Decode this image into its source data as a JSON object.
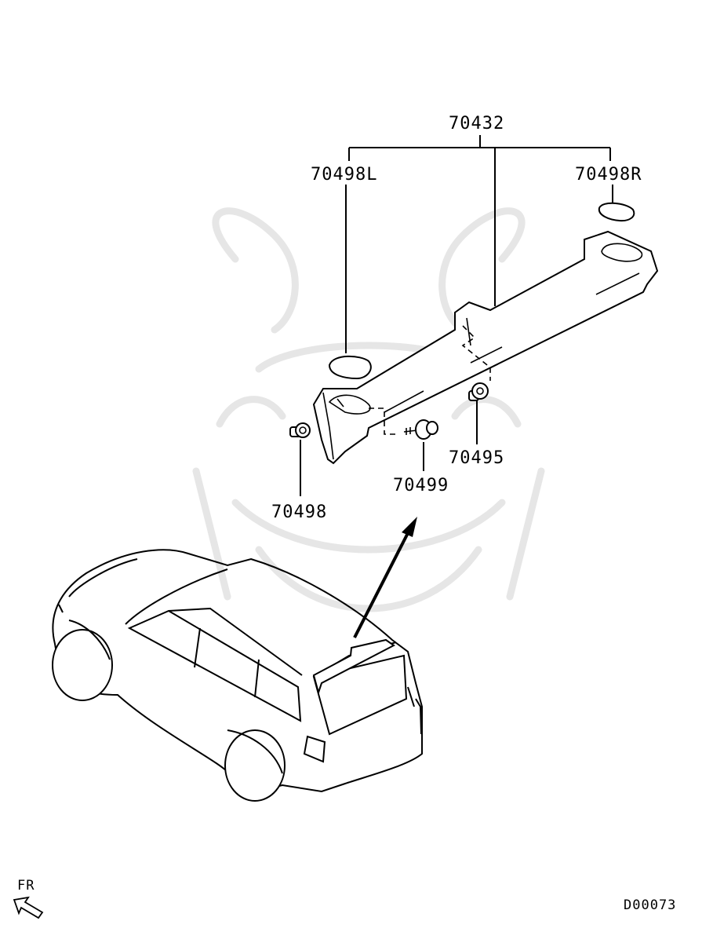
{
  "labels": {
    "assembly": "70432",
    "left_cap": "70498L",
    "right_cap": "70498R",
    "clip": "70498",
    "screw": "70499",
    "fastener": "70495"
  },
  "footer": {
    "direction": "FR",
    "diagram_code": "D00073"
  },
  "icons": [
    "front-direction-arrow-icon"
  ]
}
